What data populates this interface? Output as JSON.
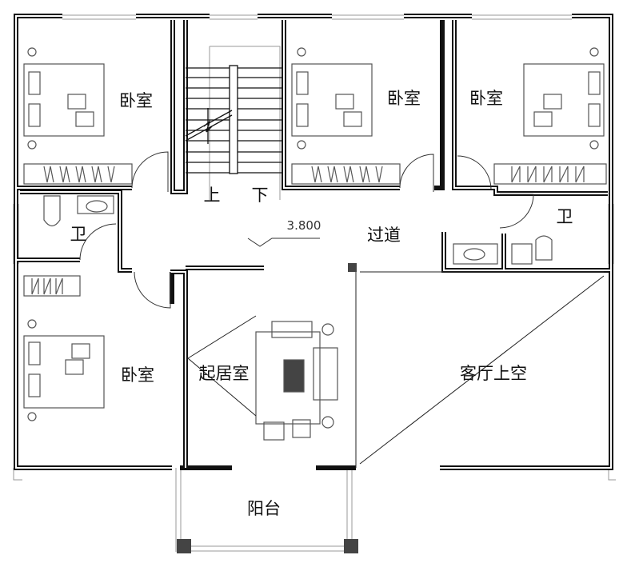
{
  "plan": {
    "rooms": [
      {
        "id": "bedroom-top-left",
        "label": "卧室"
      },
      {
        "id": "bedroom-top-mid",
        "label": "卧室"
      },
      {
        "id": "bedroom-top-right",
        "label": "卧室"
      },
      {
        "id": "bedroom-bottom-left",
        "label": "卧室"
      },
      {
        "id": "bath-left",
        "label": "卫"
      },
      {
        "id": "bath-right",
        "label": "卫"
      },
      {
        "id": "corridor",
        "label": "过道"
      },
      {
        "id": "family-room",
        "label": "起居室"
      },
      {
        "id": "living-void",
        "label": "客厅上空"
      },
      {
        "id": "balcony",
        "label": "阳台"
      }
    ],
    "stairs": {
      "up": "上",
      "down": "下"
    },
    "elevation": "3.800",
    "colors": {
      "wall": "#111111",
      "furniture": "#555555",
      "column": "#444444"
    }
  }
}
